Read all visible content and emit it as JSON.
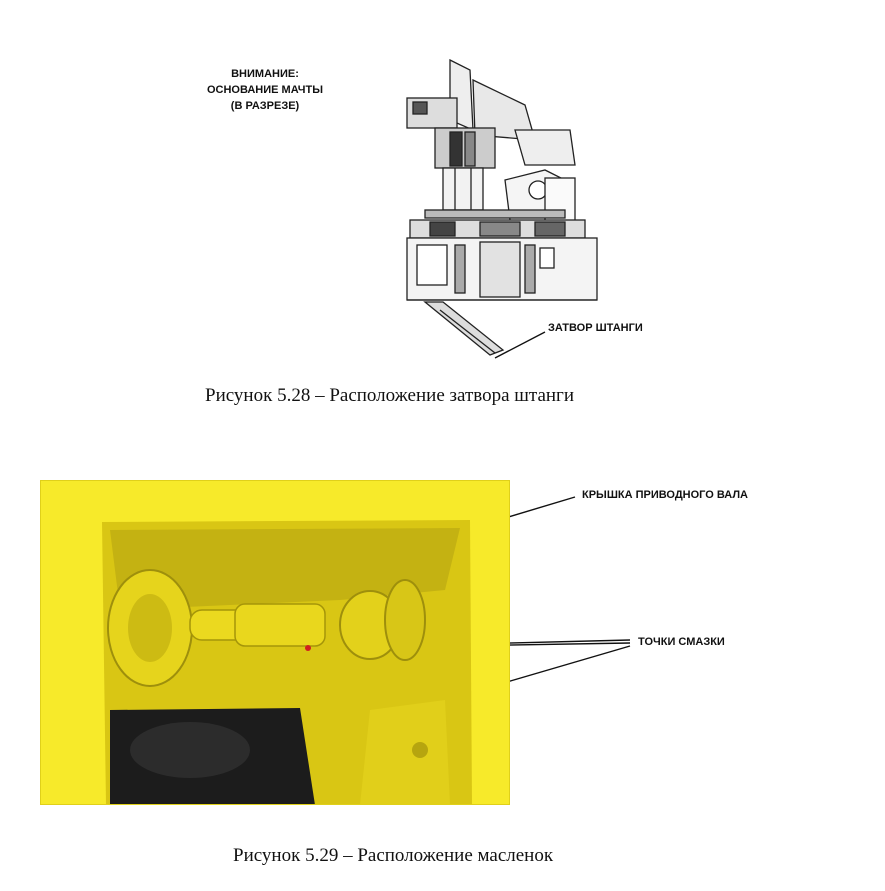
{
  "figure1": {
    "warning_lines": [
      "ВНИМАНИЕ:",
      "ОСНОВАНИЕ МАЧТЫ",
      "(В РАЗРЕЗЕ)"
    ],
    "callout": "ЗАТВОР ШТАНГИ",
    "caption": "Рисунок 5.28 –  Расположение затвора штанги"
  },
  "figure2": {
    "callout_cover": "КРЫШКА ПРИВОДНОГО ВАЛА",
    "callout_grease": "ТОЧКИ СМАЗКИ",
    "caption": "Рисунок 5.29 –  Расположение масленок"
  },
  "colors": {
    "machine_yellow": "#f2e21a",
    "frame_yellow": "#f7ea2a",
    "shadow": "#1c1c1c",
    "line": "#111111"
  }
}
